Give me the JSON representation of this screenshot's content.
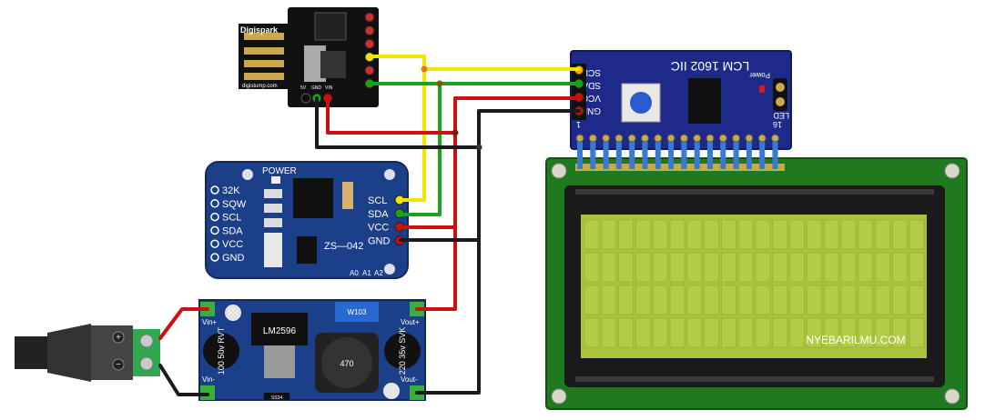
{
  "digispark": {
    "brand": "Digispark",
    "url": "digistump.com",
    "pin_5v": "5V",
    "pin_gnd": "GND",
    "pin_vin": "VIN"
  },
  "rtc": {
    "power_label": "POWER",
    "pins_left": [
      "32K",
      "SQW",
      "SCL",
      "SDA",
      "VCC",
      "GND"
    ],
    "pins_right": [
      "SCL",
      "SDA",
      "VCC",
      "GND"
    ],
    "model": "ZS—042",
    "addr_labels": [
      "A0",
      "A1",
      "A2"
    ]
  },
  "i2c": {
    "title": "LCM 1602 IIC",
    "pins": [
      "SCL",
      "SDA",
      "VCC",
      "GND"
    ],
    "power": "Power",
    "led": "LED",
    "pin_first": "1",
    "pin_last": "16"
  },
  "buck": {
    "ic": "LM2596",
    "cap_left": "100 50v RVT",
    "cap_right": "220 35v SVK",
    "inductor": "470",
    "pot": "W103",
    "diode": "SS34",
    "vin_plus": "Vin+",
    "vin_minus": "Vin-",
    "vout_plus": "Vout+",
    "vout_minus": "Vout-"
  },
  "dc_jack": {
    "plus": "+",
    "minus": "−"
  },
  "lcd": {
    "watermark": "NYEBARILMU.COM"
  },
  "colors": {
    "wire_yellow": "#f2e600",
    "wire_green": "#1aa31a",
    "wire_red": "#cc1010",
    "wire_black": "#1a1a1a",
    "pcb_blue": "#1c3f8a",
    "pcb_green": "#1f7a1f",
    "lcd_screen": "#a9c43a"
  }
}
